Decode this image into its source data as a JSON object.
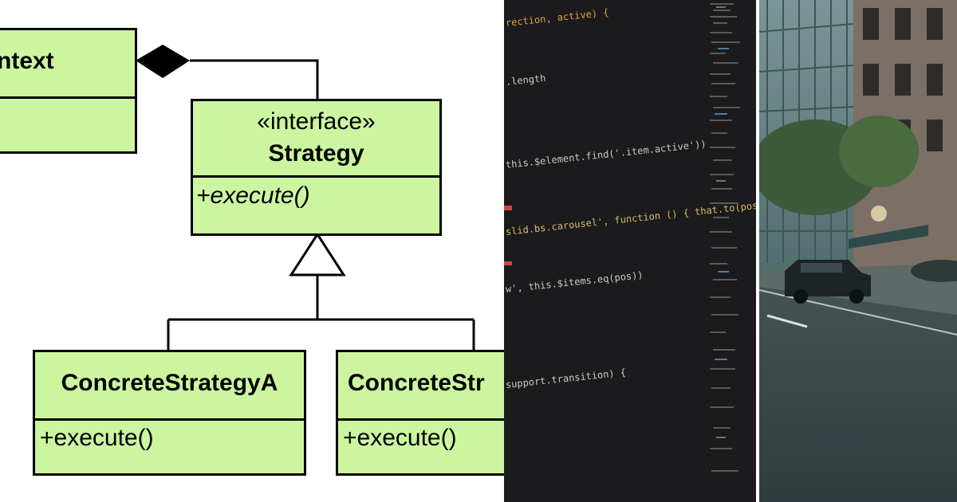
{
  "diagram": {
    "context": {
      "name": "ntext"
    },
    "strategy": {
      "stereotype": "«interface»",
      "name": "Strategy",
      "operation": "+execute()"
    },
    "concrete_a": {
      "name": "ConcreteStrategyA",
      "operation": "+execute()"
    },
    "concrete_b": {
      "name": "ConcreteStr",
      "operation": "+execute()"
    }
  },
  "code": {
    "lines": [
      "rection, active) {",
      ".length",
      "this.$element.find('.item.active'))",
      "slid.bs.carousel', function () { that.to(pos) })",
      "w', this.$items.eq(pos))",
      "support.transition) {"
    ]
  },
  "colors": {
    "uml_fill": "#ccf5a0",
    "code_bg": "#1b1b1d",
    "string_color": "#e0a043",
    "keyword_color": "#5fa8d3",
    "accent_red": "#d24545"
  }
}
